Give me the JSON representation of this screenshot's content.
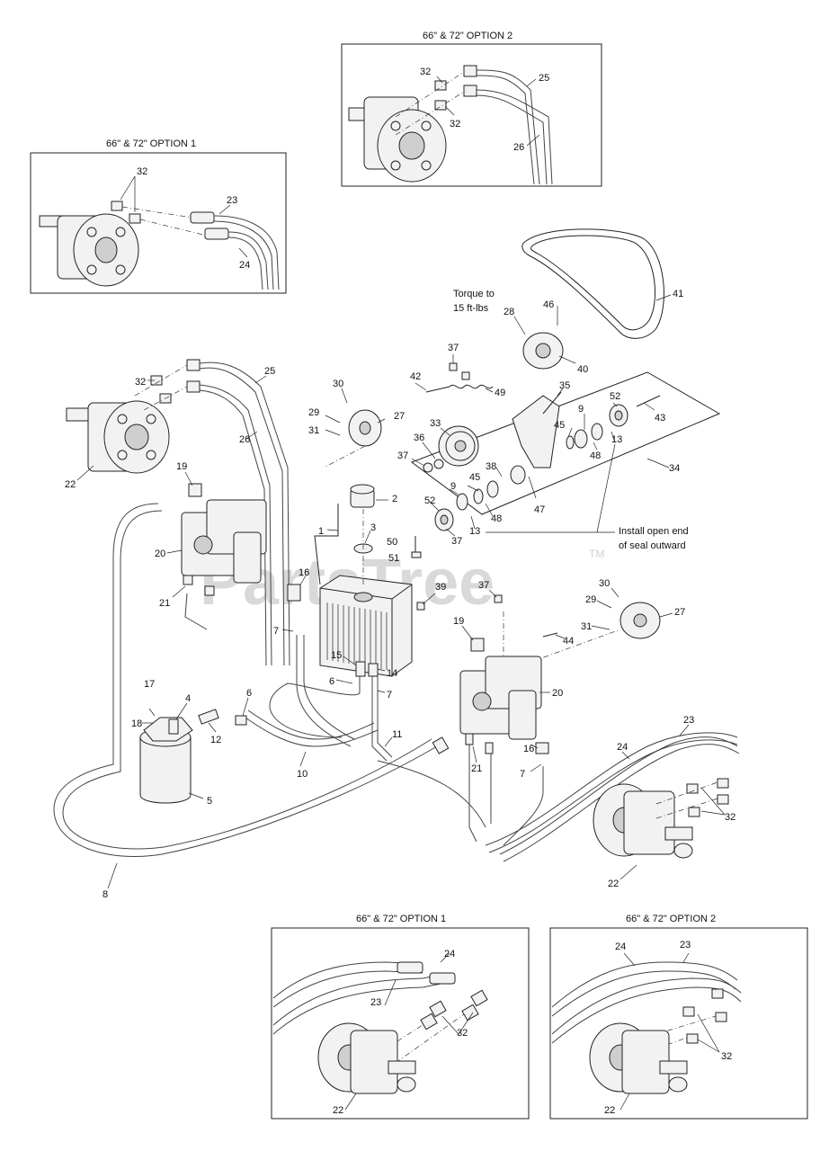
{
  "watermark": {
    "text": "PartsTree",
    "tm": "TM"
  },
  "insets": {
    "top_option2_title": "66\" & 72\" OPTION 2",
    "left_option1_title": "66\" & 72\" OPTION 1",
    "bottom_option1_title": "66\" & 72\" OPTION 1",
    "bottom_option2_title": "66\" & 72\" OPTION 2"
  },
  "notes": {
    "torque_line1": "Torque to",
    "torque_line2": "15 ft-lbs",
    "install_line1": "Install open end",
    "install_line2": "of seal outward"
  },
  "callouts": {
    "c1": "1",
    "c2": "2",
    "c3": "3",
    "c4": "4",
    "c5": "5",
    "c6": "6",
    "c7": "7",
    "c8": "8",
    "c9": "9",
    "c10": "10",
    "c11": "11",
    "c12": "12",
    "c13": "13",
    "c14": "14",
    "c15": "15",
    "c16": "16",
    "c17": "17",
    "c18": "18",
    "c19": "19",
    "c20": "20",
    "c21": "21",
    "c22": "22",
    "c23": "23",
    "c24": "24",
    "c25": "25",
    "c26": "26",
    "c27": "27",
    "c28": "28",
    "c29": "29",
    "c30": "30",
    "c31": "31",
    "c32": "32",
    "c33": "33",
    "c34": "34",
    "c35": "35",
    "c36": "36",
    "c37": "37",
    "c38": "38",
    "c39": "39",
    "c40": "40",
    "c41": "41",
    "c42": "42",
    "c43": "43",
    "c44": "44",
    "c45": "45",
    "c46": "46",
    "c47": "47",
    "c48": "48",
    "c49": "49",
    "c50": "50",
    "c51": "51",
    "c52": "52"
  }
}
